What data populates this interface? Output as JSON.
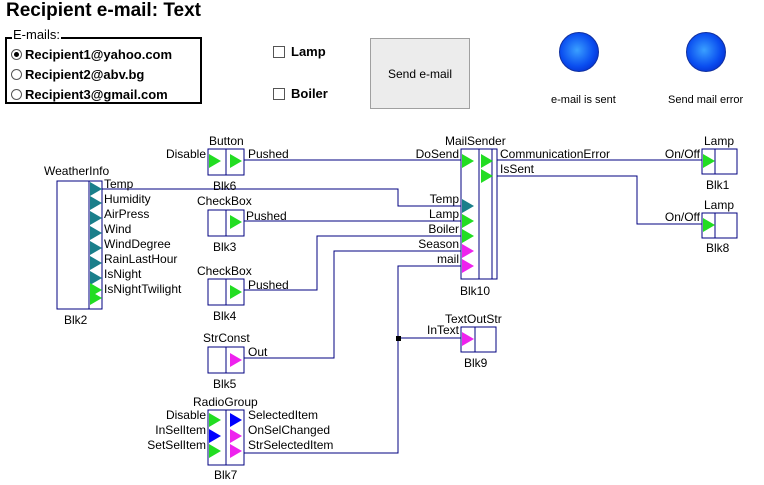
{
  "title": "Recipient e-mail: Text",
  "emails": {
    "legend": "E-mails:",
    "options": [
      "Recipient1@yahoo.com",
      "Recipient2@abv.bg",
      "Recipient3@gmail.com"
    ],
    "selected_index": 0
  },
  "checkboxes": [
    {
      "label": "Lamp",
      "checked": false
    },
    {
      "label": "Boiler",
      "checked": false
    }
  ],
  "send_button": "Send e-mail",
  "indicators": [
    {
      "caption": "e-mail is sent",
      "color": "#0a4ef0"
    },
    {
      "caption": "Send mail error",
      "color": "#0a4ef0"
    }
  ],
  "pin_colors": {
    "bool": "#22dd22",
    "analog": "#1a7f8a",
    "text": "#ee22ee",
    "event": "#0000ff"
  },
  "wire_color": "#000080",
  "blocks": {
    "weather": {
      "type": "WeatherInfo",
      "name": "Blk2",
      "outputs": [
        "Temp",
        "Humidity",
        "AirPress",
        "Wind",
        "WindDegree",
        "RainLastHour",
        "IsNight",
        "IsNightTwilight"
      ]
    },
    "button": {
      "type": "Button",
      "name": "Blk6",
      "input": "Disable",
      "output": "Pushed"
    },
    "checkbox1": {
      "type": "CheckBox",
      "name": "Blk3",
      "output": "Pushed"
    },
    "checkbox2": {
      "type": "CheckBox",
      "name": "Blk4",
      "output": "Pushed"
    },
    "strconst": {
      "type": "StrConst",
      "name": "Blk5",
      "output": "Out"
    },
    "radiogroup": {
      "type": "RadioGroup",
      "name": "Blk7",
      "inputs": [
        "Disable",
        "InSelItem",
        "SetSelItem"
      ],
      "outputs": [
        "SelectedItem",
        "OnSelChanged",
        "StrSelectedItem"
      ]
    },
    "mailsender": {
      "type": "MailSender",
      "name": "Blk10",
      "inputs": [
        "DoSend",
        "Temp",
        "Lamp",
        "Boiler",
        "Season",
        "mail"
      ],
      "outputs": [
        "CommunicationError",
        "IsSent"
      ]
    },
    "textout": {
      "type": "TextOutStr",
      "name": "Blk9",
      "input": "InText"
    },
    "lamp1": {
      "type": "Lamp",
      "name": "Blk1",
      "input": "On/Off"
    },
    "lamp2": {
      "type": "Lamp",
      "name": "Blk8",
      "input": "On/Off"
    }
  }
}
